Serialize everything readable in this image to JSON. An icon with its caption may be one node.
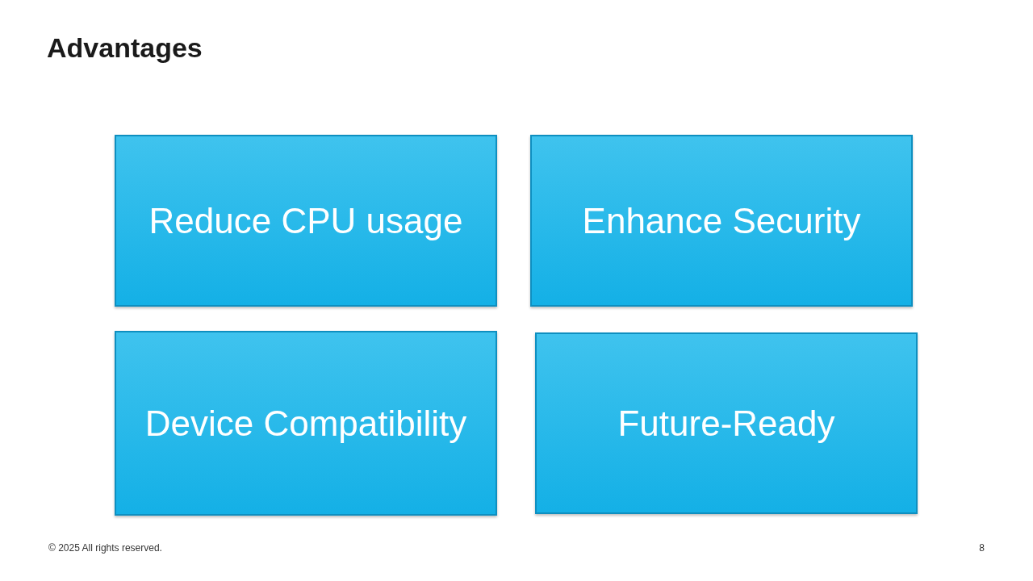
{
  "diagram": {
    "title": "Advantages",
    "nodes": [
      {
        "text": [
          "Reduce CPU usage"
        ]
      },
      {
        "text": [
          "Enhance Security"
        ]
      },
      {
        "text": [
          "Device Compatibility"
        ]
      },
      {
        "text": [
          "Future-Ready"
        ]
      }
    ],
    "labels": [
      "© 2025 All rights reserved.",
      "8"
    ]
  }
}
